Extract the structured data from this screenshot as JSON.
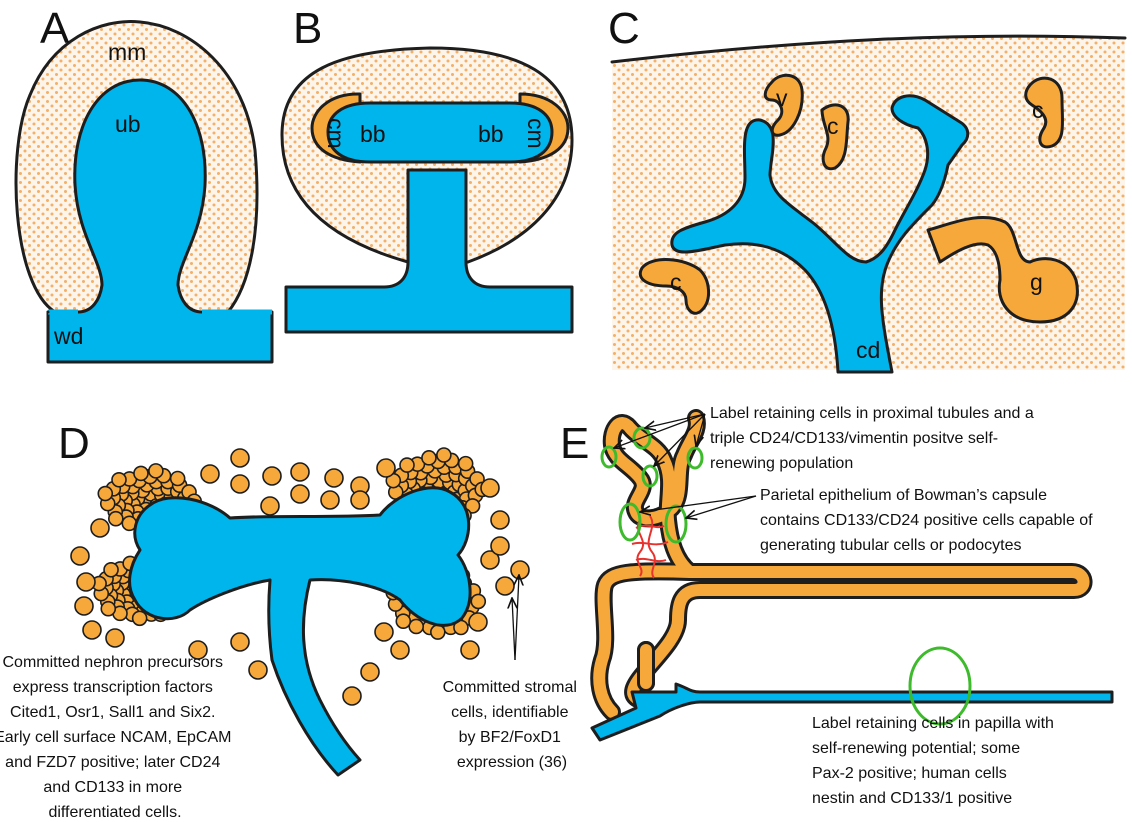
{
  "colors": {
    "blue": "#00b4ec",
    "orange": "#f7a83a",
    "dot": "#f2b06a",
    "outline": "#1e1e1e",
    "green": "#3dbb2c",
    "red": "#e8322e"
  },
  "panels": {
    "A": {
      "letter": "A",
      "labels": {
        "mm": "mm",
        "ub": "ub",
        "wd": "wd"
      }
    },
    "B": {
      "letter": "B",
      "labels": {
        "cm_left": "cm",
        "bb_left": "bb",
        "bb_right": "bb",
        "cm_right": "cm"
      }
    },
    "C": {
      "letter": "C",
      "labels": {
        "v": "v",
        "c_top": "c",
        "c_right": "c",
        "c_left": "c",
        "g": "g",
        "cd": "cd"
      }
    },
    "D": {
      "letter": "D",
      "precursor_text": [
        "Committed nephron precursors",
        "express transcription factors",
        "Cited1, Osr1, Sall1 and Six2.",
        "Early cell surface NCAM, EpCAM",
        "and FZD7 positive; later   CD24",
        "and CD133 in more",
        "differentiated cells."
      ],
      "stromal_text": [
        "Committed stromal",
        "cells, identifiable",
        "by BF2/FoxD1",
        "expression (36)"
      ]
    },
    "E": {
      "letter": "E",
      "proximal_text": [
        "Label retaining cells in proximal tubules and a",
        "triple CD24/CD133/vimentin positve self-",
        "renewing population"
      ],
      "parietal_text": [
        "Parietal epithelium of Bowman’s capsule",
        "contains CD133/CD24 positive cells capable of",
        "generating tubular cells or podocytes"
      ],
      "papilla_text": [
        "Label retaining cells in papilla with",
        "self-renewing potential; some",
        "Pax-2 positive; human cells",
        "nestin and CD133/1 positive"
      ]
    }
  }
}
